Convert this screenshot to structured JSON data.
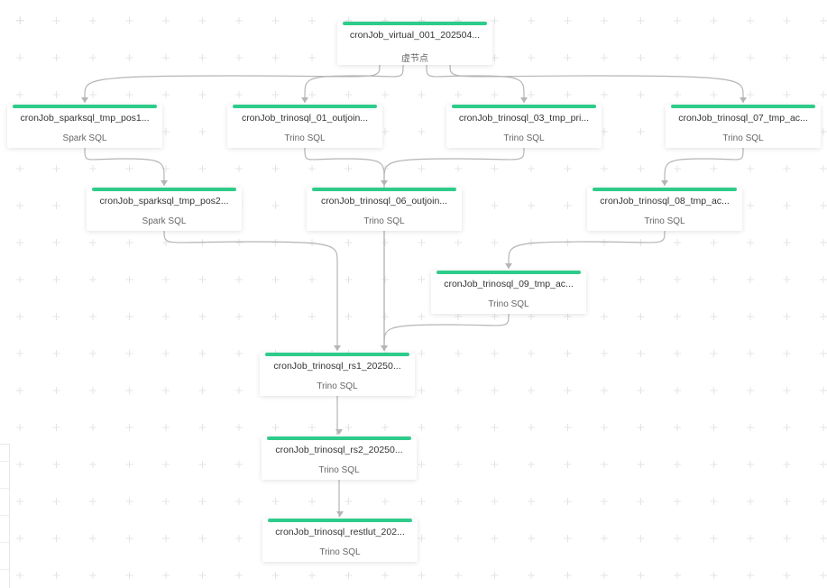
{
  "colors": {
    "accent_bar": "#2ecc8a",
    "edge": "#b5b5b5",
    "grid_cross": "#e4e4e4"
  },
  "nodes": [
    {
      "id": "virtual",
      "title": "cronJob_virtual_001_202504...",
      "subtitle": "虚节点"
    },
    {
      "id": "sparksql_pos1",
      "title": "cronJob_sparksql_tmp_pos1...",
      "subtitle": "Spark SQL"
    },
    {
      "id": "trinosql_01",
      "title": "cronJob_trinosql_01_outjoin...",
      "subtitle": "Trino SQL"
    },
    {
      "id": "trinosql_03",
      "title": "cronJob_trinosql_03_tmp_pri...",
      "subtitle": "Trino SQL"
    },
    {
      "id": "trinosql_07",
      "title": "cronJob_trinosql_07_tmp_ac...",
      "subtitle": "Trino SQL"
    },
    {
      "id": "sparksql_pos2",
      "title": "cronJob_sparksql_tmp_pos2...",
      "subtitle": "Spark SQL"
    },
    {
      "id": "trinosql_06",
      "title": "cronJob_trinosql_06_outjoin...",
      "subtitle": "Trino SQL"
    },
    {
      "id": "trinosql_08",
      "title": "cronJob_trinosql_08_tmp_ac...",
      "subtitle": "Trino SQL"
    },
    {
      "id": "trinosql_09",
      "title": "cronJob_trinosql_09_tmp_ac...",
      "subtitle": "Trino SQL"
    },
    {
      "id": "trinosql_rs1",
      "title": "cronJob_trinosql_rs1_20250...",
      "subtitle": "Trino SQL"
    },
    {
      "id": "trinosql_rs2",
      "title": "cronJob_trinosql_rs2_20250...",
      "subtitle": "Trino SQL"
    },
    {
      "id": "trinosql_restlut",
      "title": "cronJob_trinosql_restlut_202...",
      "subtitle": "Trino SQL"
    }
  ],
  "edges": [
    {
      "from": "virtual",
      "to": "sparksql_pos1"
    },
    {
      "from": "virtual",
      "to": "trinosql_01"
    },
    {
      "from": "virtual",
      "to": "trinosql_03"
    },
    {
      "from": "virtual",
      "to": "trinosql_07"
    },
    {
      "from": "sparksql_pos1",
      "to": "sparksql_pos2"
    },
    {
      "from": "trinosql_01",
      "to": "trinosql_06"
    },
    {
      "from": "trinosql_07",
      "to": "trinosql_08"
    },
    {
      "from": "trinosql_08",
      "to": "trinosql_09"
    },
    {
      "from": "sparksql_pos2",
      "to": "trinosql_rs1"
    },
    {
      "from": "trinosql_03",
      "to": "trinosql_rs1"
    },
    {
      "from": "trinosql_06",
      "to": "trinosql_rs1"
    },
    {
      "from": "trinosql_09",
      "to": "trinosql_rs1"
    },
    {
      "from": "trinosql_rs1",
      "to": "trinosql_rs2"
    },
    {
      "from": "trinosql_rs2",
      "to": "trinosql_restlut"
    }
  ]
}
